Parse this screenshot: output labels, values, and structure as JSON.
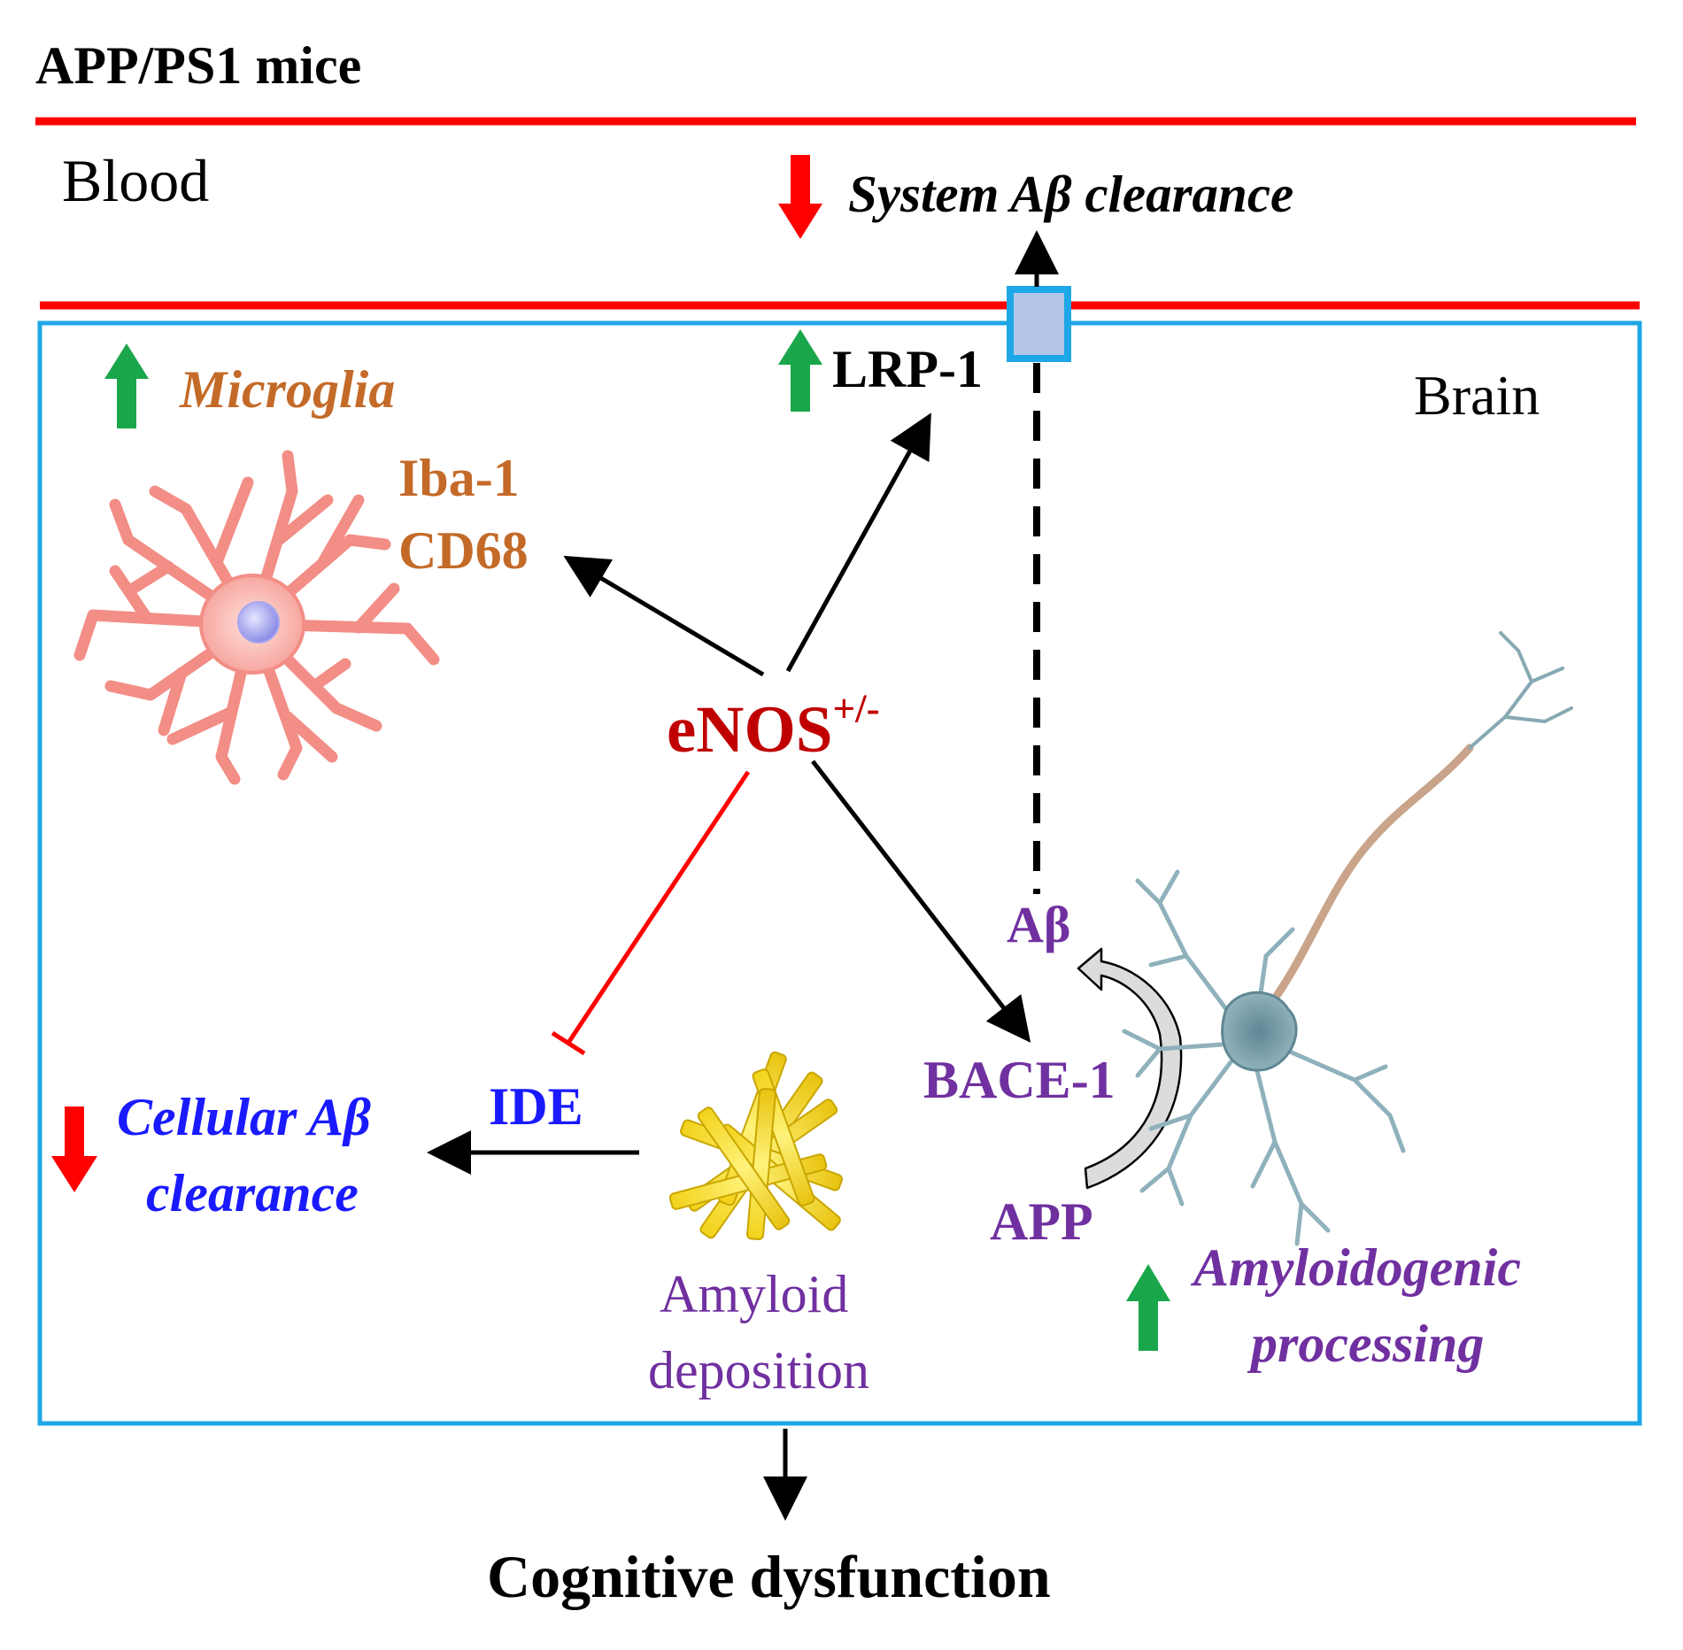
{
  "title": "APP/PS1 mice",
  "compartments": {
    "blood": "Blood",
    "brain": "Brain"
  },
  "top": {
    "system_clearance": "System Aβ clearance"
  },
  "microglia": {
    "label": "Microglia",
    "marker1": "Iba-1",
    "marker2": "CD68"
  },
  "center": {
    "enos": "eNOS",
    "enos_sup": "+/-"
  },
  "lrp": "LRP-1",
  "amyloid": {
    "abeta": "Aβ",
    "bace": "BACE-1",
    "app": "APP",
    "processing_line1": "Amyloidogenic",
    "processing_line2": "processing",
    "deposition_line1": "Amyloid",
    "deposition_line2": "deposition"
  },
  "ide": "IDE",
  "cellular": {
    "line1": "Cellular Aβ",
    "line2": "clearance"
  },
  "outcome": "Cognitive dysfunction",
  "colors": {
    "membrane": "#ff0000",
    "brain_border": "#1ea7e6",
    "up_arrow": "#1aa64a",
    "down_arrow": "#ff0000",
    "enos": "#c00000",
    "microglia": "#c46a28",
    "amyloid": "#7030a0",
    "cellular": "#1a1aff"
  }
}
